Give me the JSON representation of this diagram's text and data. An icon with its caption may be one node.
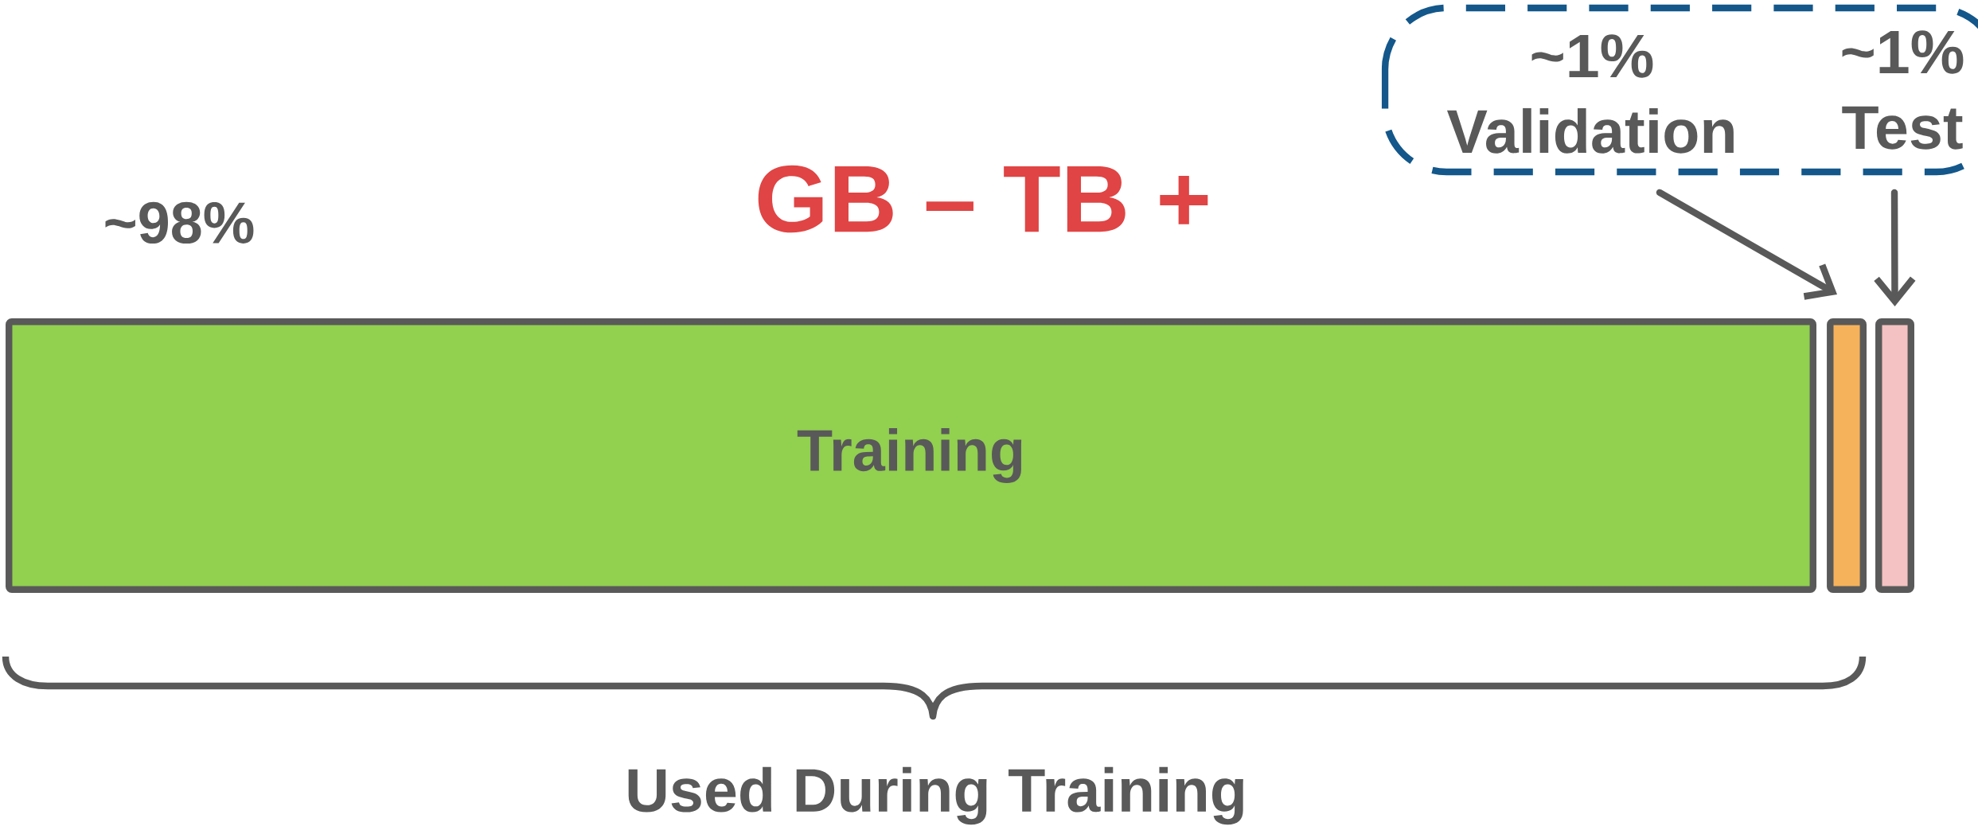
{
  "diagram": {
    "nodes": [
      {
        "text": [],
        "shape": "box"
      },
      {
        "text": [
          "~1%",
          "Validation"
        ],
        "in": 0
      },
      {
        "text": [
          "~1%",
          "Test"
        ],
        "in": 0
      },
      {
        "text": [
          "Training"
        ],
        "beside": [
          "~98%"
        ]
      },
      {
        "text": [],
        "shape": "bar"
      },
      {
        "text": [],
        "shape": "bar"
      }
    ],
    "edges": [
      {
        "from": 1,
        "to": 4,
        "arrow": "to"
      },
      {
        "from": 2,
        "to": 5,
        "arrow": "to"
      }
    ],
    "labels": [
      "GB – TB +",
      "Used During Training"
    ]
  }
}
